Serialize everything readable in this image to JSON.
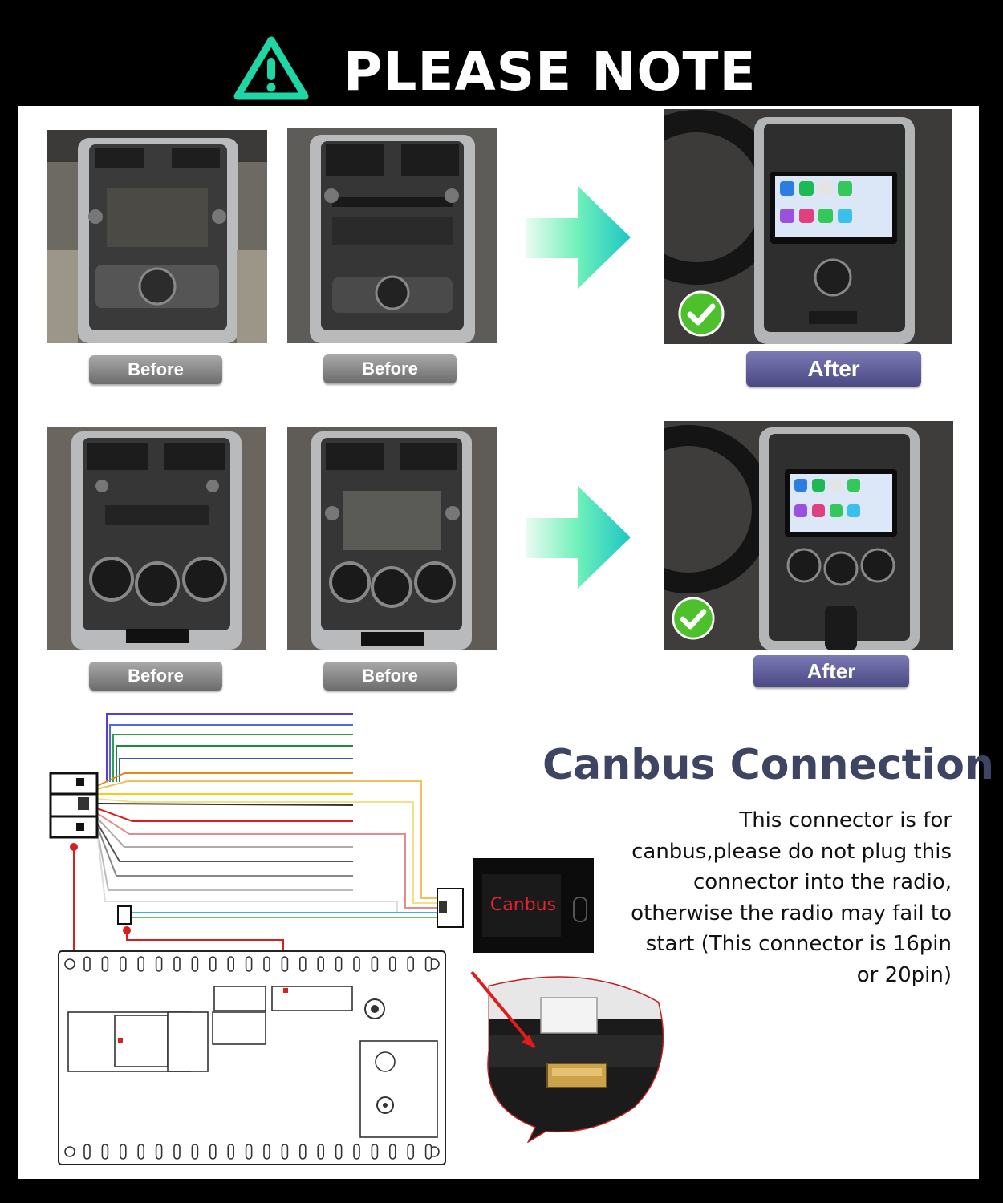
{
  "header": {
    "title": "PLEASE NOTE",
    "icon": "warning-triangle-icon",
    "icon_color": "#1fd6a5"
  },
  "comparison": {
    "row1": {
      "before_1": "Before",
      "before_2": "Before",
      "after": "After"
    },
    "row2": {
      "before_1": "Before",
      "before_2": "Before",
      "after": "After"
    }
  },
  "canbus": {
    "title": "Canbus Connection",
    "description": "This connector is for canbus,please do not plug this connector into the radio, otherwise the radio may fail to start (This connector is 16pin or 20pin)",
    "module_label": "Canbus"
  },
  "colors": {
    "accent": "#1fd6a5",
    "before_button": "#8a8a8a",
    "after_button": "#5d5b96",
    "title_text": "#3d4563",
    "canbus_red": "#e8232b"
  }
}
